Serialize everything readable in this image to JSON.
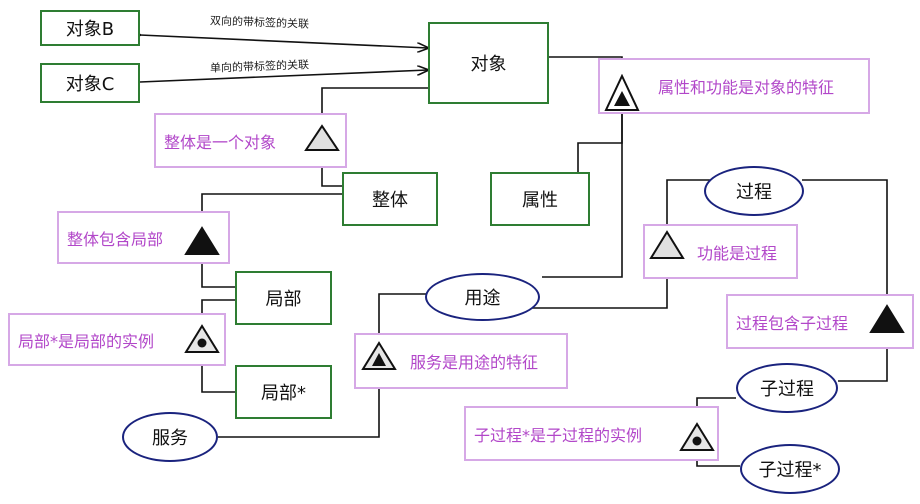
{
  "objects": {
    "obj_b": "对象B",
    "obj_c": "对象C",
    "obj": "对象",
    "whole": "整体",
    "attr": "属性",
    "part": "局部",
    "part_inst": "局部*"
  },
  "processes": {
    "process": "过程",
    "use": "用途",
    "service": "服务",
    "subprocess": "子过程",
    "subprocess_inst": "子过程*"
  },
  "notes": {
    "attr_func": "属性和功能是对象的特征",
    "whole_is_obj": "整体是一个对象",
    "whole_contains_part": "整体包含局部",
    "part_instance": "局部*是局部的实例",
    "func_is_process": "功能是过程",
    "service_feature": "服务是用途的特征",
    "process_contains_sub": "过程包含子过程",
    "sub_instance": "子过程*是子过程的实例"
  },
  "associations": {
    "bidirectional": "双向的带标签的关联",
    "unidirectional": "单向的带标签的关联"
  },
  "colors": {
    "object_border": "#2e7d32",
    "process_border": "#1a237e",
    "note_border": "#d6a8e6",
    "note_text": "#b247c9"
  }
}
